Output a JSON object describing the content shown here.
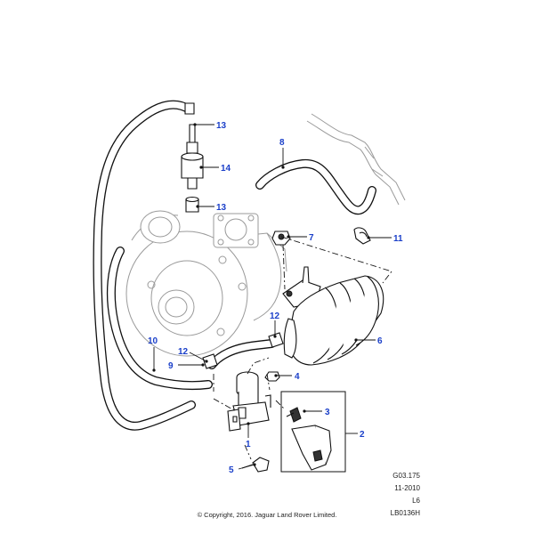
{
  "callouts": [
    {
      "id": "c1",
      "text": "1"
    },
    {
      "id": "c2",
      "text": "2"
    },
    {
      "id": "c3",
      "text": "3"
    },
    {
      "id": "c4",
      "text": "4"
    },
    {
      "id": "c5",
      "text": "5"
    },
    {
      "id": "c6",
      "text": "6"
    },
    {
      "id": "c7",
      "text": "7"
    },
    {
      "id": "c8",
      "text": "8"
    },
    {
      "id": "c9",
      "text": "9"
    },
    {
      "id": "c10",
      "text": "10"
    },
    {
      "id": "c11",
      "text": "11"
    },
    {
      "id": "c12a",
      "text": "12"
    },
    {
      "id": "c12b",
      "text": "12"
    },
    {
      "id": "c13a",
      "text": "13"
    },
    {
      "id": "c13b",
      "text": "13"
    },
    {
      "id": "c14",
      "text": "14"
    }
  ],
  "reference": {
    "code": "G03.175",
    "date": "11-2010",
    "engine": "L6",
    "illustration_id": "LB0136H"
  },
  "copyright": "© Copyright, 2016. Jaguar Land Rover Limited."
}
